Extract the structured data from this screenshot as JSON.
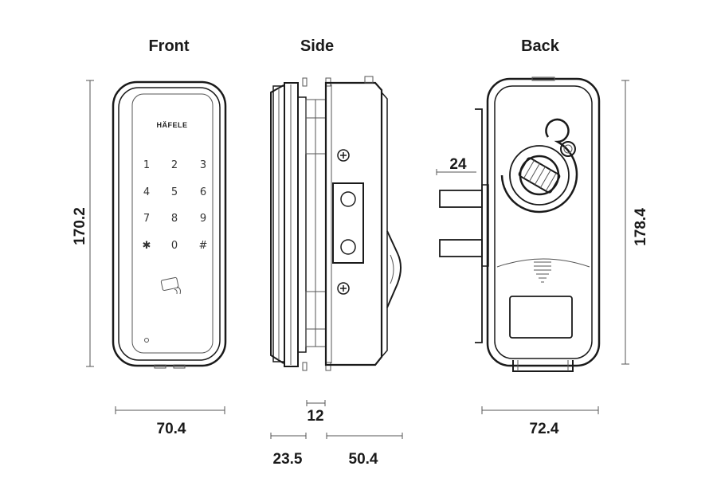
{
  "views": {
    "front_title": "Front",
    "side_title": "Side",
    "back_title": "Back"
  },
  "brand": "HÄFELE",
  "keypad": [
    "1",
    "2",
    "3",
    "4",
    "5",
    "6",
    "7",
    "8",
    "9",
    "✱",
    "0",
    "#"
  ],
  "dimensions": {
    "front_height": "170.2",
    "front_width": "70.4",
    "side_gap": "12",
    "side_front_depth": "23.5",
    "side_back_depth": "50.4",
    "back_offset": "24",
    "back_height": "178.4",
    "back_width": "72.4"
  },
  "colors": {
    "line": "#1a1a1a",
    "fill": "#ffffff"
  }
}
